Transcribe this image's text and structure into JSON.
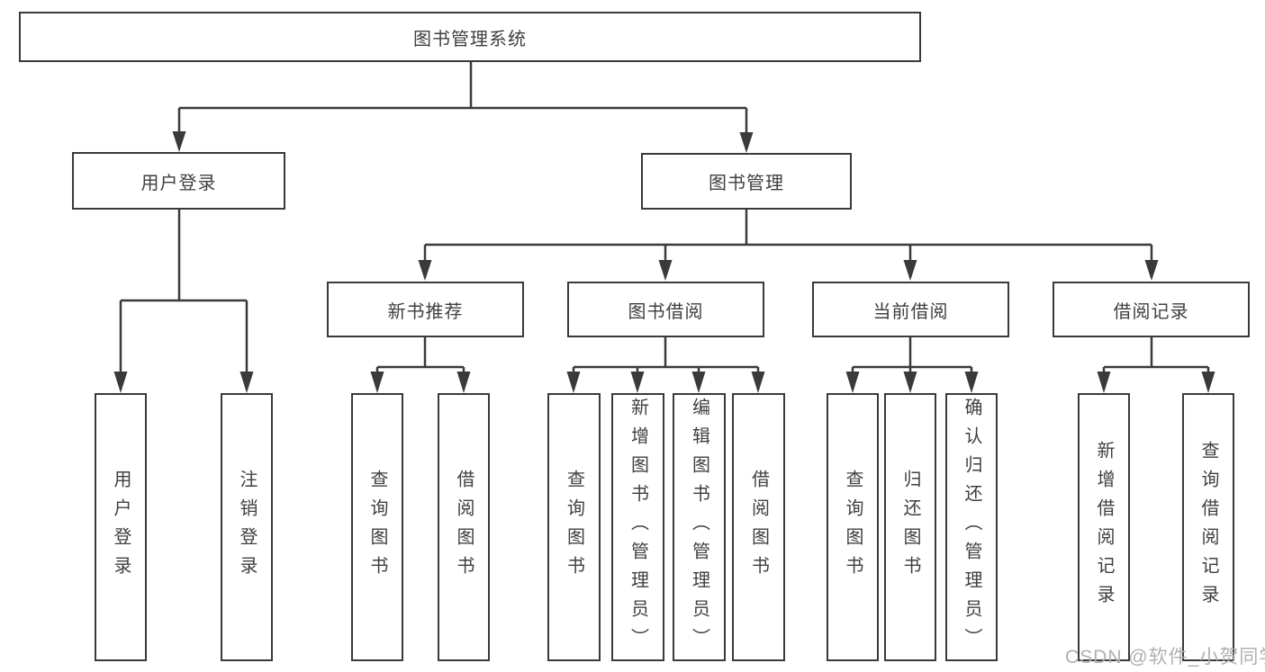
{
  "diagram": {
    "root": "图书管理系统",
    "user_login": {
      "label": "用户登录",
      "children": [
        "用户登录",
        "注销登录"
      ]
    },
    "book_management": {
      "label": "图书管理",
      "sections": [
        {
          "label": "新书推荐",
          "children": [
            "查询图书",
            "借阅图书"
          ]
        },
        {
          "label": "图书借阅",
          "children": [
            "查询图书",
            "新增图书（管理员）",
            "编辑图书（管理员）",
            "借阅图书"
          ]
        },
        {
          "label": "当前借阅",
          "children": [
            "查询图书",
            "归还图书",
            "确认归还（管理员）"
          ]
        },
        {
          "label": "借阅记录",
          "children": [
            "新增借阅记录",
            "查询借阅记录"
          ]
        }
      ]
    }
  },
  "watermark": "CSDN @软件_小贺同学",
  "colors": {
    "line": "#3a3a3a",
    "text": "#3f3f3f",
    "watermark": "#b0b0b0",
    "background": "#ffffff"
  }
}
